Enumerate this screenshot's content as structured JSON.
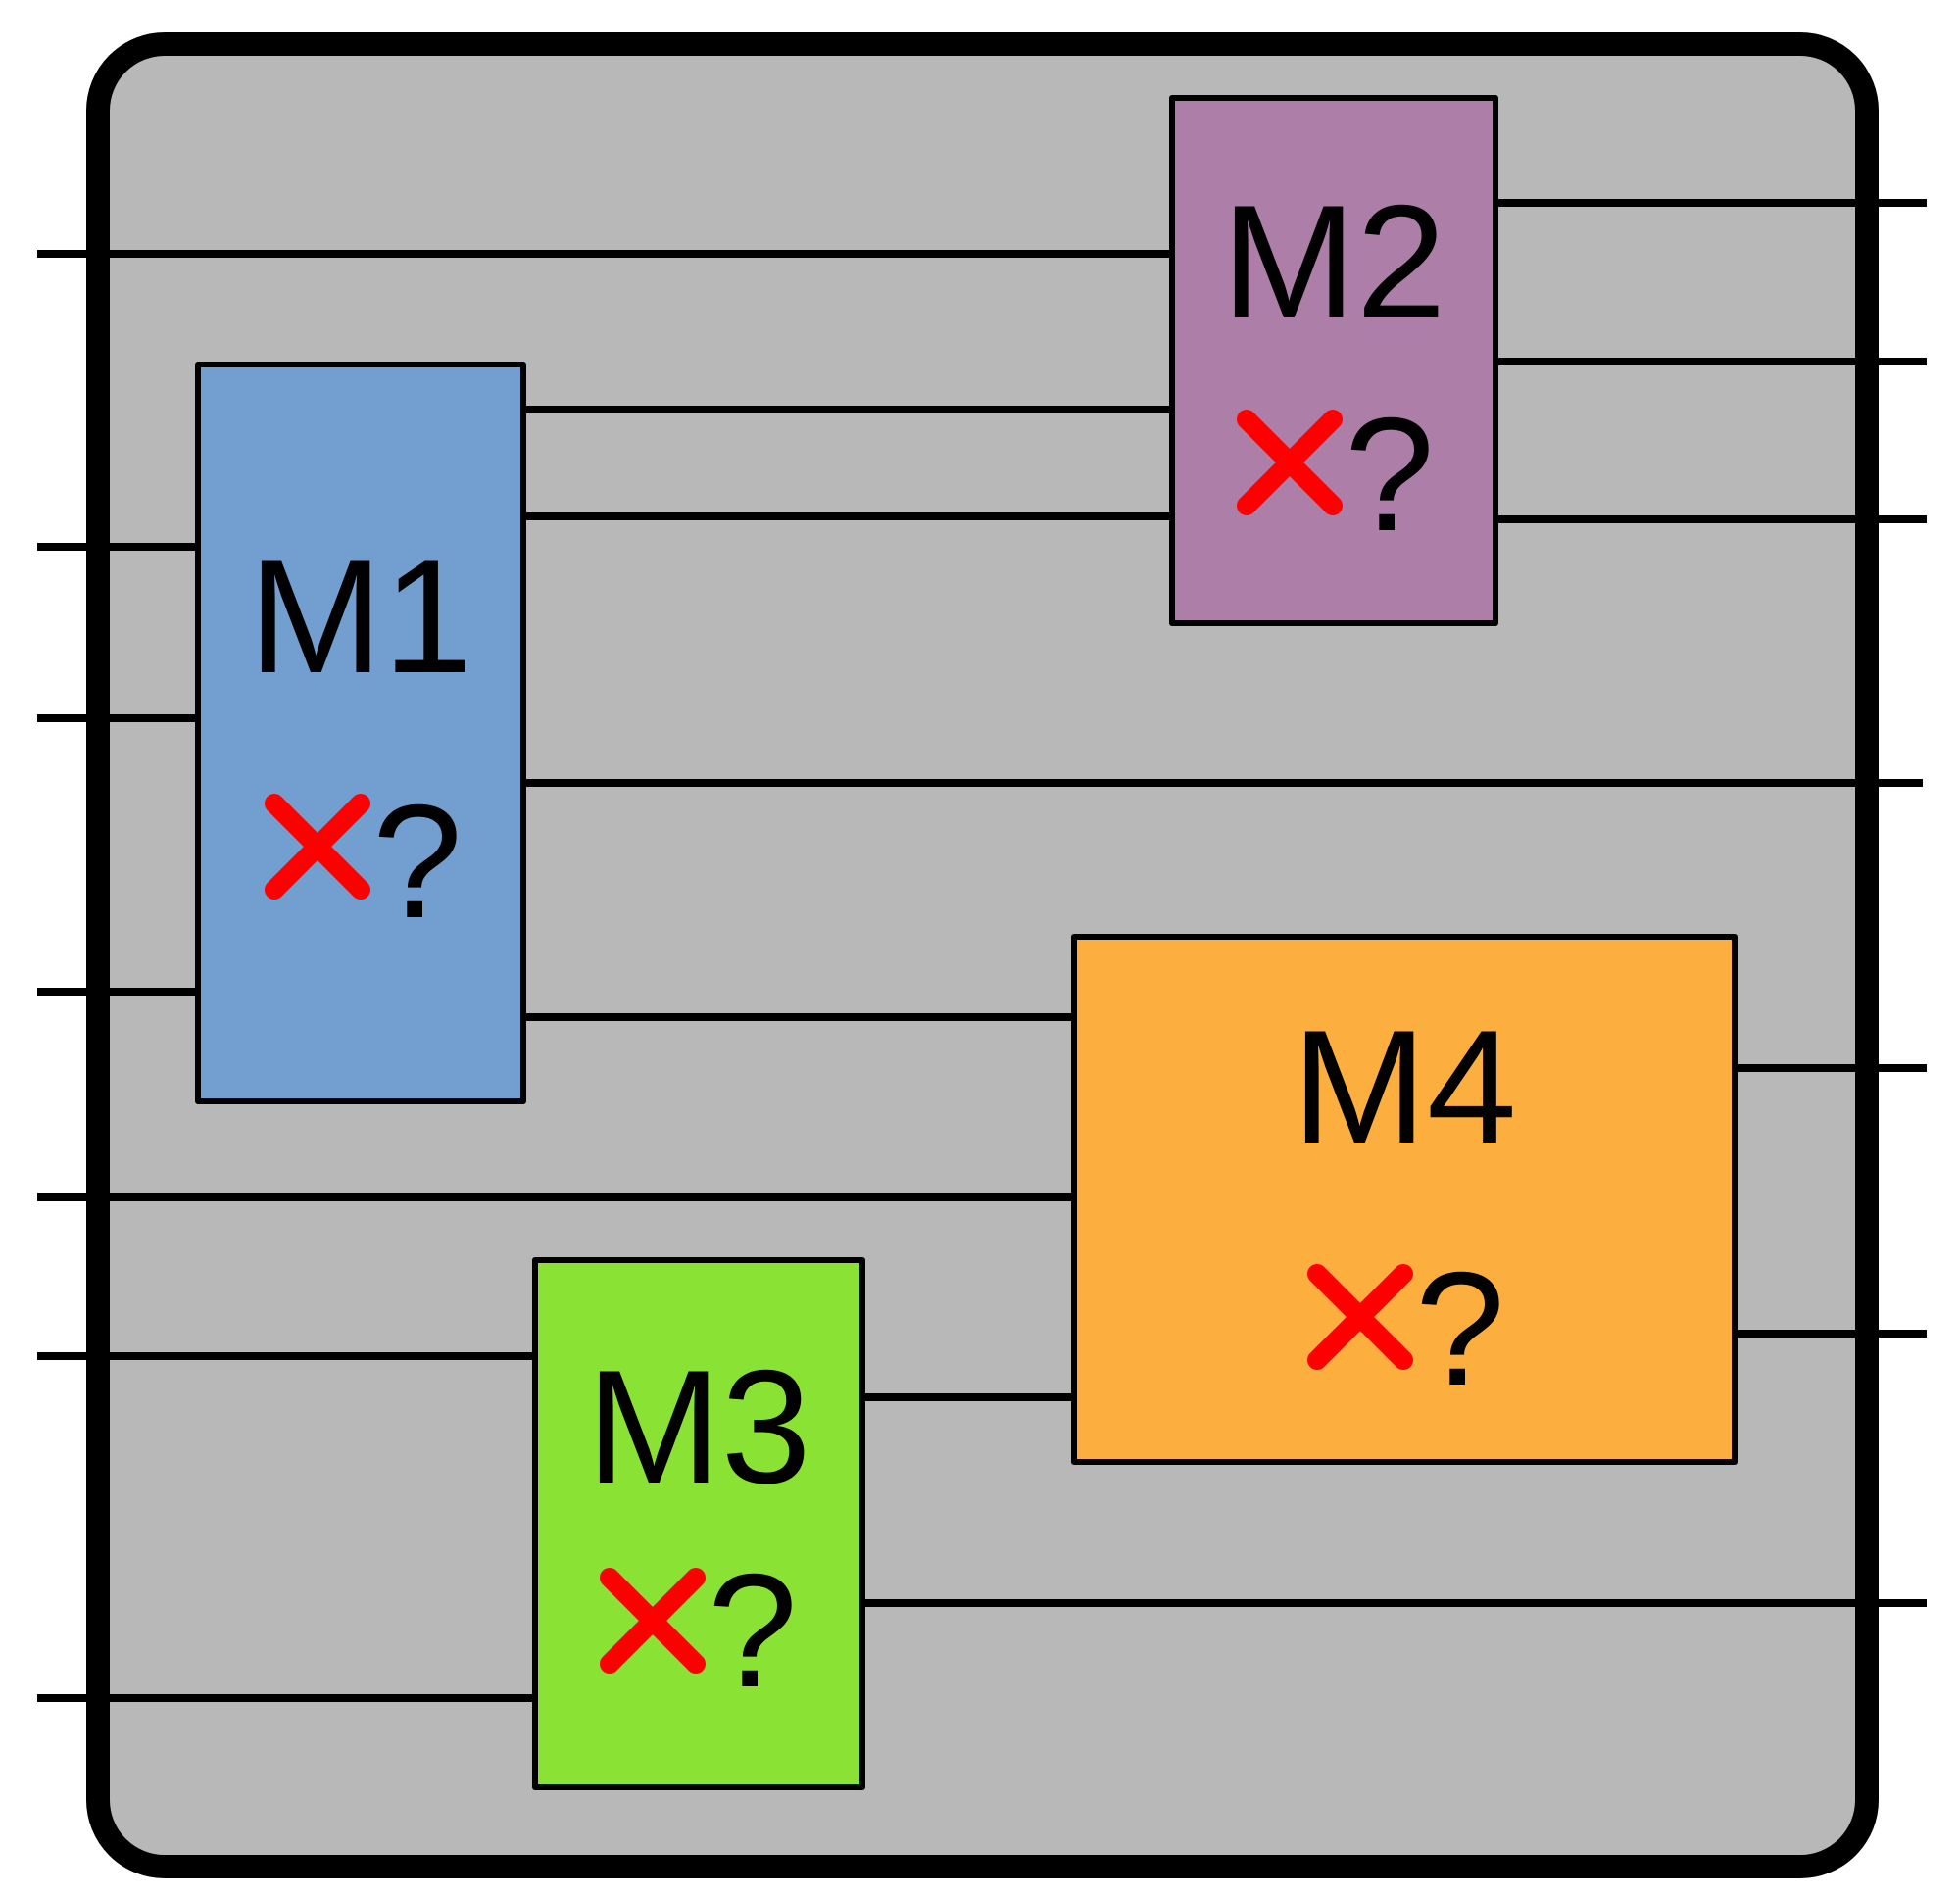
{
  "diagram": {
    "background_color": "#b8b8b8",
    "cross_color": "#ff0000",
    "modules": [
      {
        "id": "m1",
        "label": "M1",
        "color": "#729fcf",
        "status_icon": "red-cross-icon",
        "status_mark": "?"
      },
      {
        "id": "m2",
        "label": "M2",
        "color": "#ad7fa8",
        "status_icon": "red-cross-icon",
        "status_mark": "?"
      },
      {
        "id": "m3",
        "label": "M3",
        "color": "#8ae234",
        "status_icon": "red-cross-icon",
        "status_mark": "?"
      },
      {
        "id": "m4",
        "label": "M4",
        "color": "#fcaf3e",
        "status_icon": "red-cross-icon",
        "status_mark": "?"
      }
    ]
  }
}
